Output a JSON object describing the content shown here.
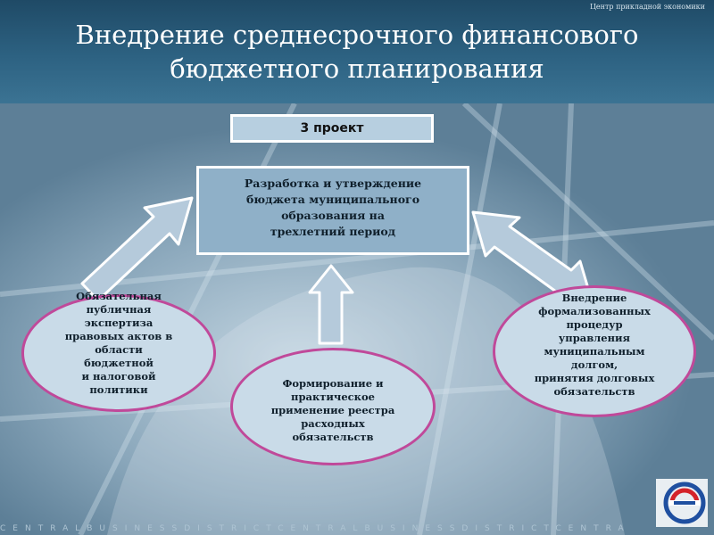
{
  "header": {
    "center_note": "Центр прикладной экономики",
    "title_line1": "Внедрение среднесрочного финансового",
    "title_line2": "бюджетного планирования"
  },
  "project_label": "3 проект",
  "main_box": {
    "line1": "Разработка и утверждение",
    "line2": "бюджета муниципального",
    "line3": "образования на",
    "line4": "трехлетний период"
  },
  "left_oval": {
    "lines": [
      "Обязательная",
      "публичная",
      "экспертиза",
      "правовых актов в",
      "области",
      "бюджетной",
      "и налоговой",
      "политики"
    ]
  },
  "middle_oval": {
    "lines": [
      "Формирование и",
      "практическое",
      "применение реестра",
      "расходных",
      "обязательств"
    ]
  },
  "right_oval": {
    "lines": [
      "Внедрение",
      "формализованных",
      "процедур",
      "управления",
      "муниципальным",
      "долгом,",
      "принятия долговых",
      "обязательств"
    ]
  },
  "watermark": "CENTRALBUSINESSDISTRICTCENTRALBUSINESSDISTRICTCENTRA",
  "colors": {
    "header": "#2d6282",
    "oval_border": "#c0499a",
    "box_fill": "#8fb0c8"
  }
}
